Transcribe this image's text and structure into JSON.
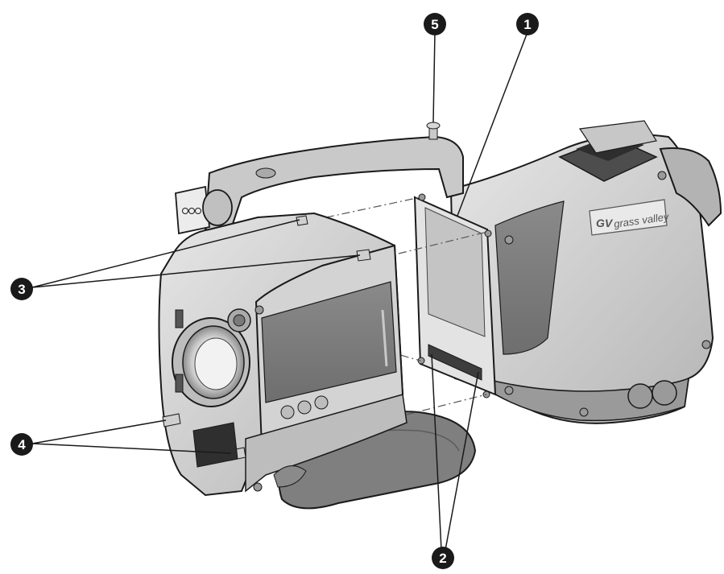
{
  "diagram": {
    "brand_label": "grass valley",
    "brand_monogram": "GV",
    "callouts": [
      {
        "id": "1",
        "label": "1"
      },
      {
        "id": "2",
        "label": "2"
      },
      {
        "id": "3",
        "label": "3"
      },
      {
        "id": "4",
        "label": "4"
      },
      {
        "id": "5",
        "label": "5"
      }
    ],
    "colors": {
      "body_light": "#d9d9d9",
      "body_mid": "#bdbdbd",
      "body_dark": "#8e8e8e",
      "panel_dark": "#7a7a7a",
      "outline": "#1a1a1a",
      "callout_fill": "#1a1a1a"
    }
  }
}
